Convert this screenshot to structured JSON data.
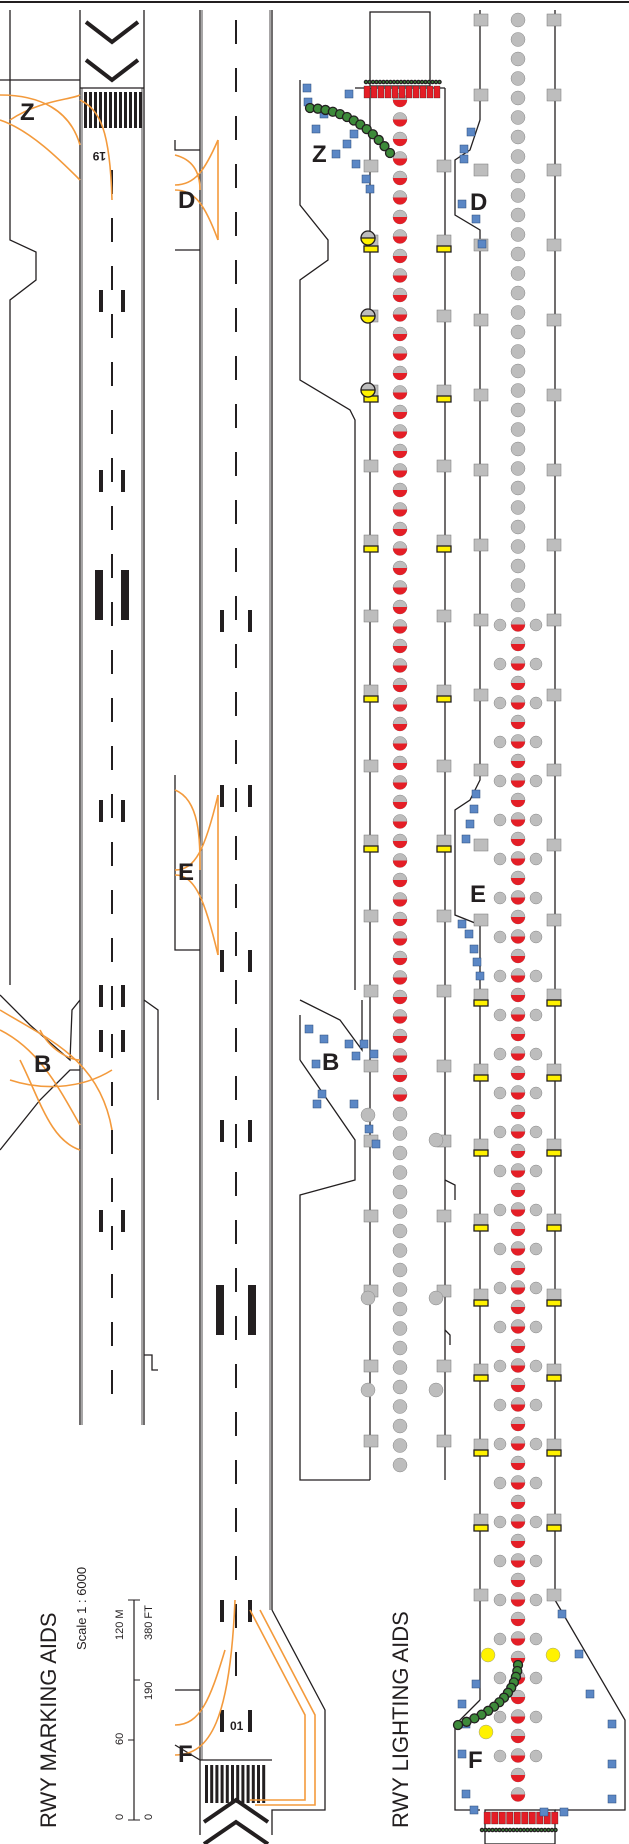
{
  "titles": {
    "marking": "RWY MARKING AIDS",
    "lighting": "RWY LIGHTING AIDS"
  },
  "scale": {
    "label": "Scale 1 : 6000",
    "meters_ticks": [
      "0",
      "60",
      "120 M"
    ],
    "feet_ticks": [
      "0",
      "190",
      "380 FT"
    ]
  },
  "runway_designators": {
    "north_end": "19",
    "south_end": "01"
  },
  "taxiways": {
    "marking_north": [
      "Z",
      "B"
    ],
    "marking_south": [
      "D",
      "E",
      "F"
    ],
    "lighting_north": [
      "Z",
      "B"
    ],
    "lighting_south": [
      "D",
      "E",
      "F"
    ]
  },
  "colors": {
    "line": "#231f20",
    "taxi_centerline": "#f39a3c",
    "edge_light": "#bdbdbd",
    "centerline_red": "#e41e26",
    "guard_yellow": "#fff200",
    "taxi_edge_blue": "#5b87c5",
    "taxi_center_green": "#3d8a3a"
  }
}
